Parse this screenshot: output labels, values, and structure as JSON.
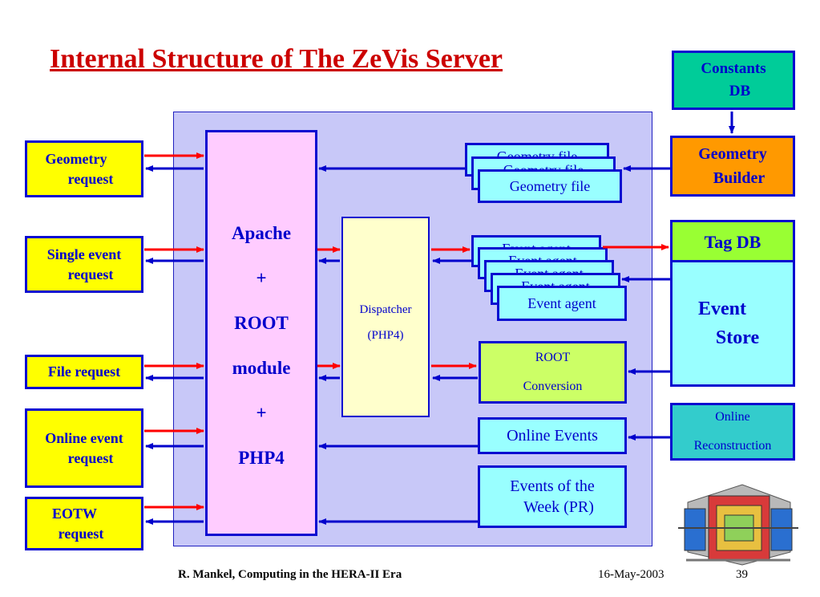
{
  "title": "Internal Structure of The ZeVis Server",
  "requests": {
    "geometry": [
      "Geometry",
      "request"
    ],
    "single_event": [
      "Single event",
      "request"
    ],
    "file": "File request",
    "online_event": [
      "Online event",
      "request"
    ],
    "eotw": [
      "EOTW",
      "request"
    ]
  },
  "apache_module": [
    "Apache",
    "+",
    "ROOT",
    "module",
    "+",
    "PHP4"
  ],
  "dispatcher": [
    "Dispatcher",
    "(PHP4)"
  ],
  "geometry_file": {
    "front": "Geometry file",
    "stack_labels": [
      "Geometry file",
      "Geometry file"
    ]
  },
  "event_agent": {
    "front": "Event agent",
    "stack_labels": [
      "Event agent",
      "Event agent",
      "Event agent",
      "Event agent"
    ]
  },
  "root_conversion": [
    "ROOT",
    "Conversion"
  ],
  "online_events": "Online Events",
  "events_of_week": [
    "Events of the",
    "Week (PR)"
  ],
  "constants_db": [
    "Constants",
    "DB"
  ],
  "geometry_builder": [
    "Geometry",
    "Builder"
  ],
  "tag_db": "Tag DB",
  "event_store": [
    "Event",
    "Store"
  ],
  "online_reconstruction": [
    "Online",
    "Reconstruction"
  ],
  "footer": {
    "author": "R. Mankel, Computing in the HERA-II Era",
    "date": "16-May-2003",
    "page": "39"
  },
  "colors": {
    "title": "#cc0000",
    "panel": "#c8c8f8",
    "request_box": "#ffff00",
    "apache_box": "#ffccff",
    "dispatcher_box": "#ffffcc",
    "cache_box": "#99ffff",
    "root_conversion_box": "#ccff66",
    "constants_db": "#00cc99",
    "geometry_builder": "#ff9900",
    "tag_db": "#99ff33",
    "online_reconstruction": "#33cccc",
    "request_arrow": "#ff0000",
    "response_arrow": "#0000cc"
  }
}
